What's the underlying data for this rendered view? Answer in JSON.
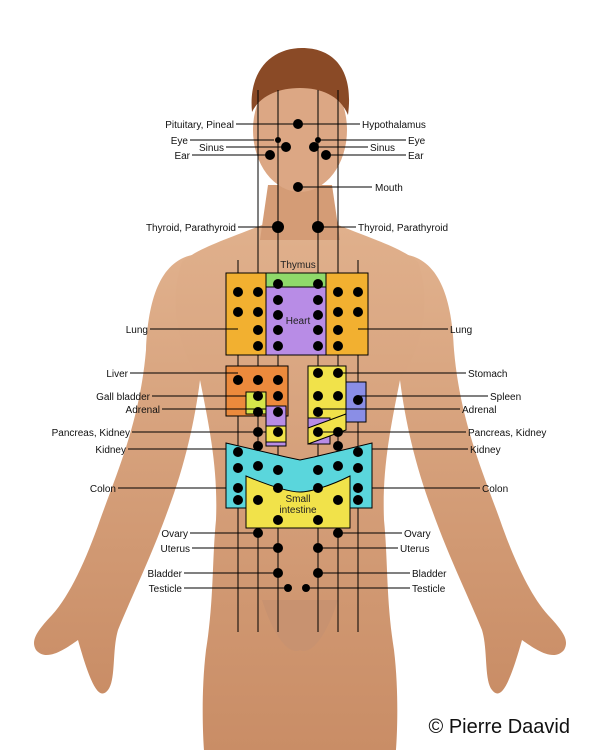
{
  "labels": {
    "pituitary_pineal": "Pituitary, Pineal",
    "hypothalamus": "Hypothalamus",
    "eye": "Eye",
    "sinus": "Sinus",
    "ear": "Ear",
    "mouth": "Mouth",
    "thyroid_parathyroid": "Thyroid, Parathyroid",
    "thymus": "Thymus",
    "heart": "Heart",
    "lung": "Lung",
    "liver": "Liver",
    "stomach": "Stomach",
    "gall_bladder": "Gall bladder",
    "spleen": "Spleen",
    "adrenal": "Adrenal",
    "pancreas_kidney": "Pancreas, Kidney",
    "kidney": "Kidney",
    "colon": "Colon",
    "small_intestine_line1": "Small",
    "small_intestine_line2": "intestine",
    "ovary": "Ovary",
    "uterus": "Uterus",
    "bladder": "Bladder",
    "testicle": "Testicle"
  },
  "copyright": "© Pierre Daavid",
  "colors": {
    "lung": "#f2b030",
    "heart": "#b88ce6",
    "thymus": "#8fd96a",
    "liver": "#ec8a3c",
    "stomach": "#f1e24a",
    "gall_bladder": "#d6e64a",
    "spleen": "#8a8ee6",
    "kidney": "#b88ce6",
    "colon": "#5ad6dc",
    "small_intestine": "#f1e24a",
    "skin": "#d7a07a",
    "hair": "#8a4a26",
    "dot": "#000000"
  }
}
